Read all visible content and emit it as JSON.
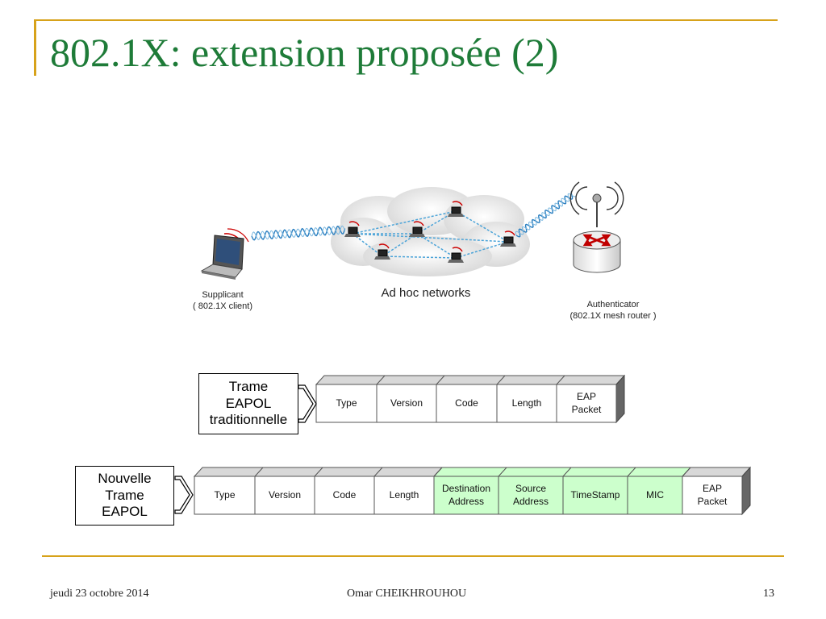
{
  "slide": {
    "title": "802.1X: extension proposée (2)",
    "footer_date": "jeudi 23 octobre 2014",
    "footer_author": "Omar CHEIKHROUHOU",
    "footer_page": "13"
  },
  "diagram": {
    "supplicant_label": "Supplicant",
    "supplicant_sub": "( 802.1X client)",
    "cloud_label": "Ad hoc networks",
    "authenticator_label": "Authenticator",
    "authenticator_sub": "(802.1X mesh router )"
  },
  "frame_old": {
    "label_lines": [
      "Trame",
      "EAPOL",
      "traditionnelle"
    ],
    "fields": [
      "Type",
      "Version",
      "Code",
      "Length",
      "EAP Packet"
    ]
  },
  "frame_new": {
    "label_lines": [
      "Nouvelle",
      "Trame",
      "EAPOL"
    ],
    "fields": [
      "Type",
      "Version",
      "Code",
      "Length",
      "Destination Address",
      "Source Address",
      "TimeStamp",
      "MIC",
      "EAP Packet"
    ],
    "highlight_color": "#ccffcc",
    "highlighted_fields": [
      "Destination Address",
      "Source Address",
      "TimeStamp",
      "MIC"
    ]
  },
  "colors": {
    "title": "#1e7b38",
    "rule": "#d7a21a",
    "wave": "#2a7fc0",
    "signal": "#cc0000"
  }
}
